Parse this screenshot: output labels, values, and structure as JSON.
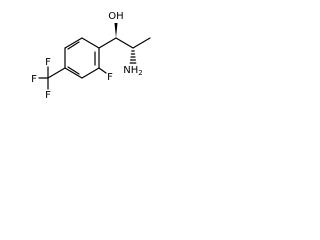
{
  "molecule": {
    "atoms": {
      "oh": "OH",
      "nh2": "NH",
      "nh2_subscript": "2",
      "f_ring": "F",
      "f_top": "F",
      "f_left": "F",
      "f_bottom": "F"
    }
  }
}
